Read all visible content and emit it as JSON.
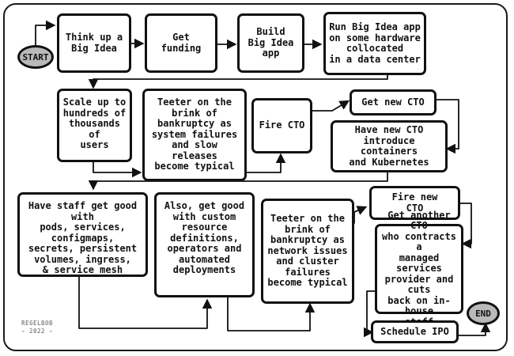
{
  "start_label": "START",
  "end_label": "END",
  "credit": {
    "author": "REGELBOB",
    "year": "- 2022 -"
  },
  "steps": {
    "think_up_idea": "Think up a\nBig Idea",
    "get_funding": "Get funding",
    "build_app": "Build\nBig Idea\napp",
    "run_app": "Run Big Idea app\non some hardware\ncollocated\nin a data center",
    "scale_up": "Scale up to\nhundreds of\nthousands of\nusers",
    "teeter_system": "Teeter on the\nbrink of\nbankruptcy as\nsystem failures\nand slow releases\nbecome typical",
    "fire_cto_1": "Fire CTO",
    "get_new_cto": "Get new CTO",
    "introduce_containers": "Have new CTO\nintroduce containers\nand Kubernetes",
    "staff_get_good": "Have staff get good with\npods, services, configmaps,\nsecrets, persistent\nvolumes, ingress,\n& service mesh",
    "custom_resources": "Also, get good\nwith custom\nresource definitions,\noperators and\nautomated\ndeployments",
    "teeter_network": "Teeter on the\nbrink of\nbankruptcy as\nnetwork issues\nand cluster failures\nbecome typical",
    "fire_new_cto": "Fire new\nCTO",
    "another_cto": "Get another CTO\nwho contracts a\nmanaged services\nprovider and cuts\nback on in-house\nstaff",
    "schedule_ipo": "Schedule IPO"
  }
}
